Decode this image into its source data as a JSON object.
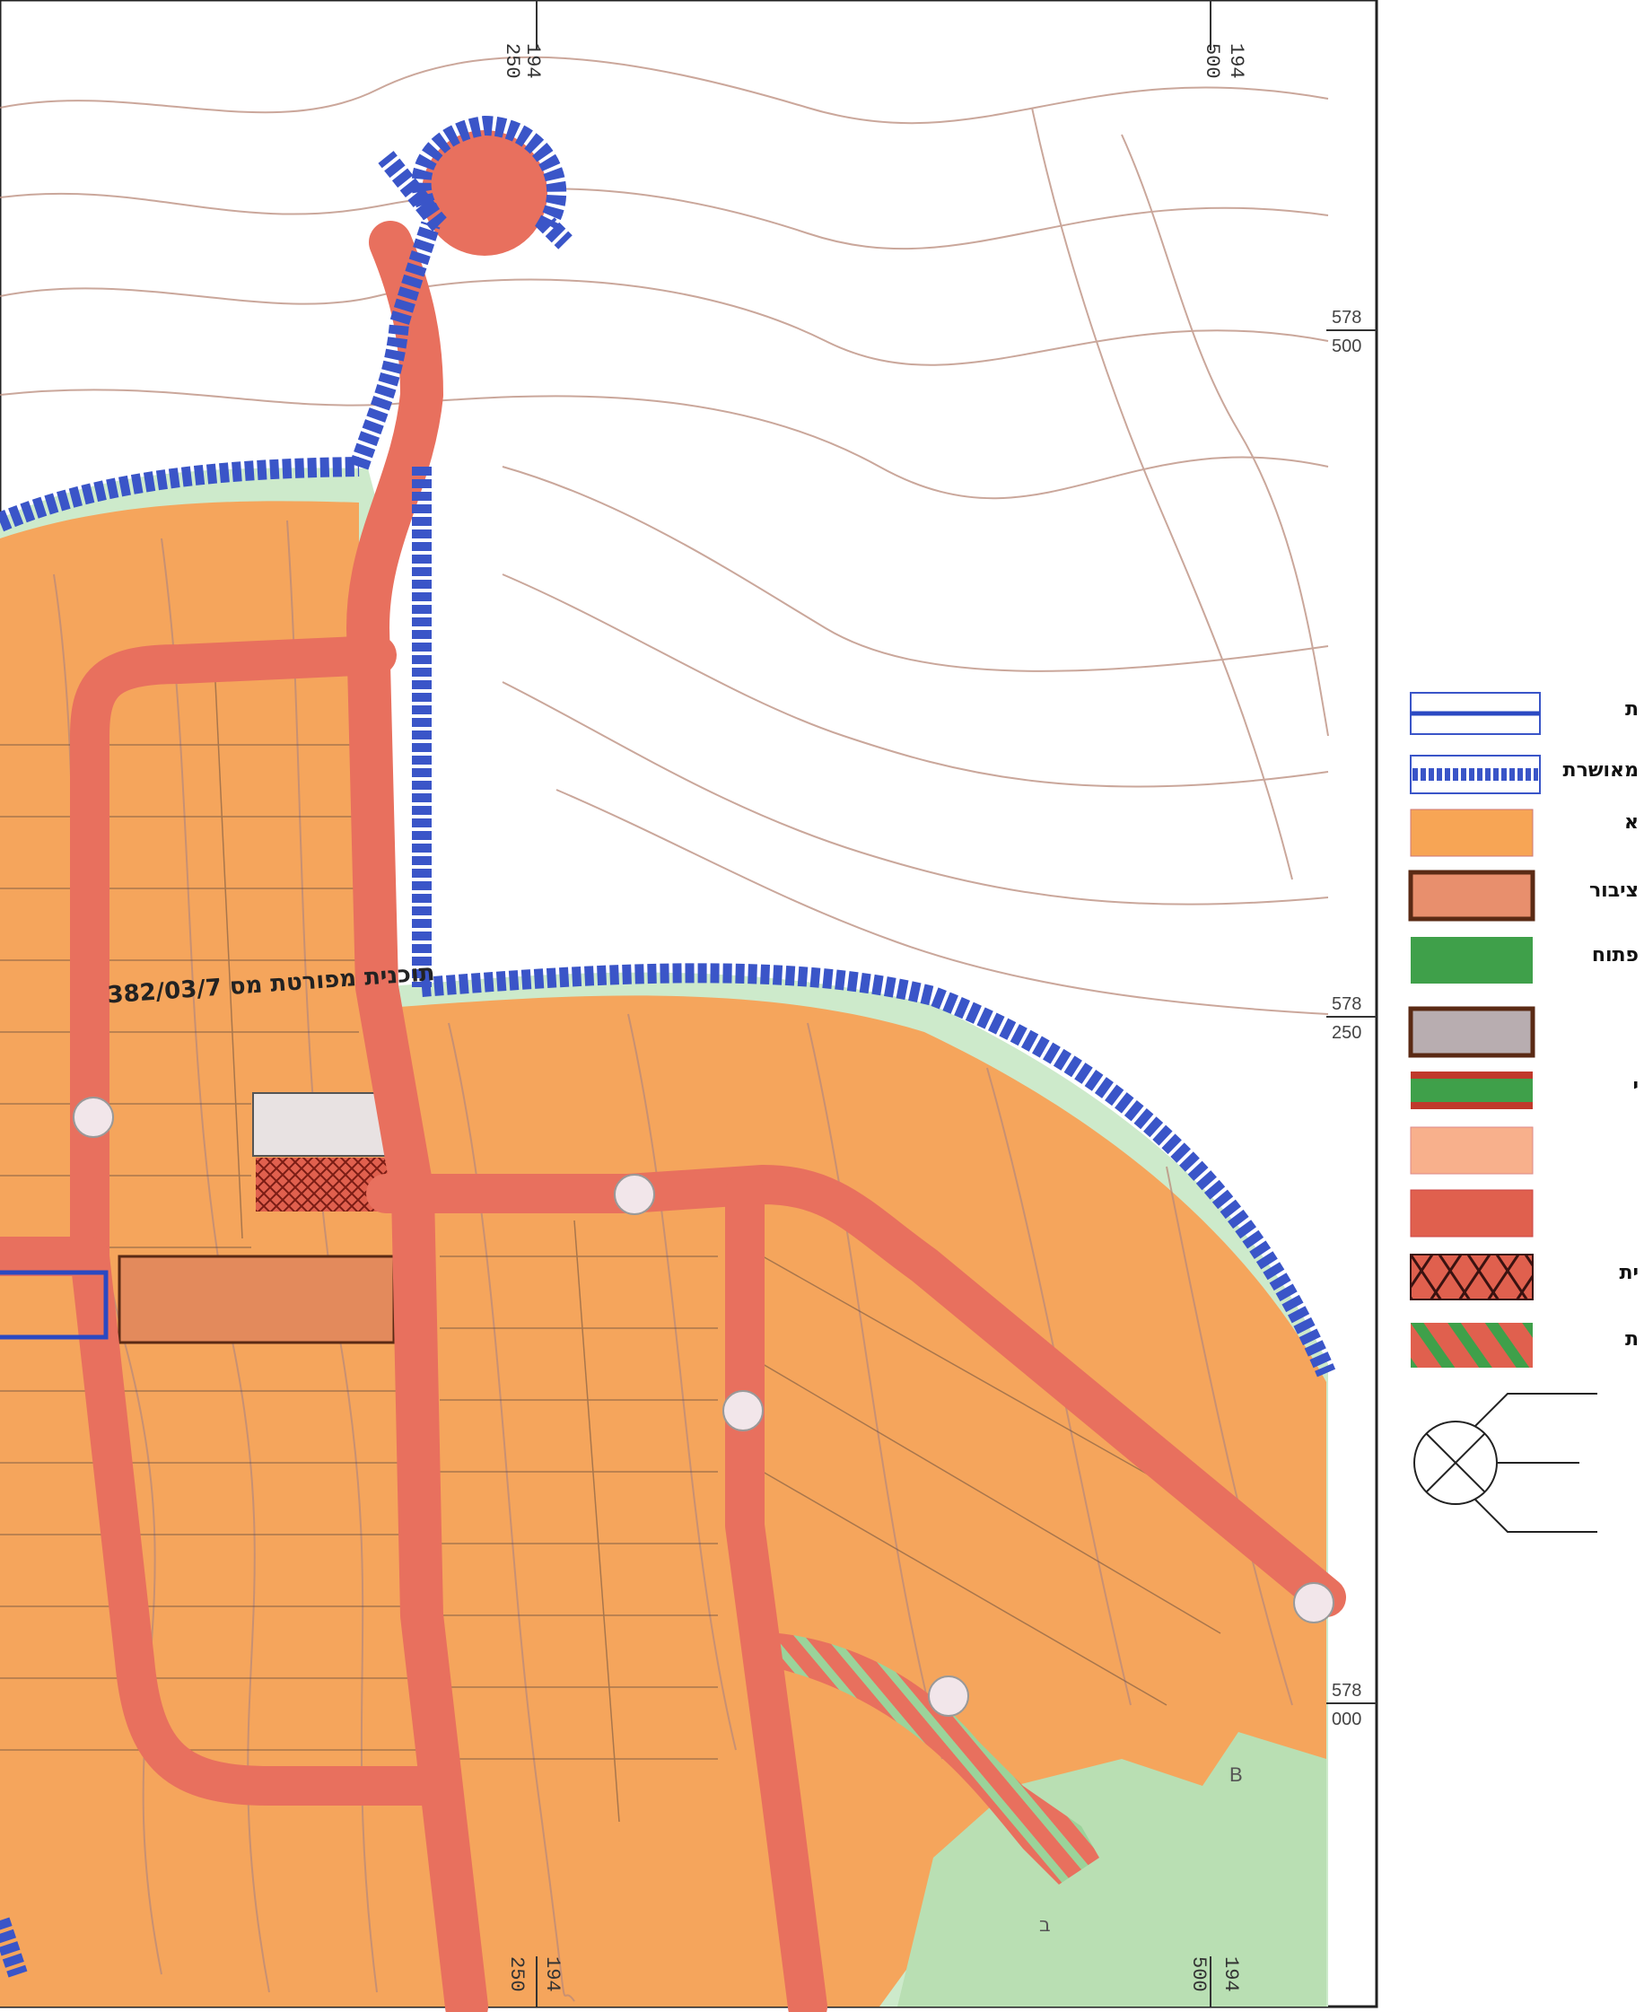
{
  "map": {
    "plan_label": "תוכנית מפורטת מס 382/03/7",
    "coord_top": [
      {
        "e1": "194",
        "e2": "250"
      },
      {
        "e1": "194",
        "e2": "500"
      }
    ],
    "coord_bottom": [
      {
        "e1": "194",
        "e2": "250"
      },
      {
        "e1": "194",
        "e2": "500"
      }
    ],
    "coord_right": [
      {
        "n1": "578",
        "n2": "500"
      },
      {
        "n1": "578",
        "n2": "250"
      },
      {
        "n1": "578",
        "n2": "000"
      }
    ],
    "zone_marks": [
      "B",
      "ב"
    ]
  },
  "legend": {
    "items": [
      {
        "label": "ת",
        "swatch": "plan-boundary-line"
      },
      {
        "label": "מאושרת",
        "swatch": "approved-plan-boundary-dashed"
      },
      {
        "label": "א",
        "swatch": "residential-orange"
      },
      {
        "label": "ציבור",
        "swatch": "public-buildings-salmon"
      },
      {
        "label": "פתוח",
        "swatch": "open-space-green"
      },
      {
        "label": "",
        "swatch": "gray-framed"
      },
      {
        "label": "י",
        "swatch": "green-with-red-border"
      },
      {
        "label": "",
        "swatch": "light-salmon"
      },
      {
        "label": "",
        "swatch": "road-red"
      },
      {
        "label": "ית",
        "swatch": "red-crosshatch"
      },
      {
        "label": "ת",
        "swatch": "red-green-stripes"
      },
      {
        "label": "",
        "swatch": "junction-circle-symbol"
      }
    ]
  },
  "colors": {
    "residential": "#f5a55c",
    "road": "#e8705e",
    "boundary_blue": "#3a55c8",
    "open_green": "#c9e8c8",
    "contour": "#b98a7a",
    "public": "#e38a5c"
  }
}
